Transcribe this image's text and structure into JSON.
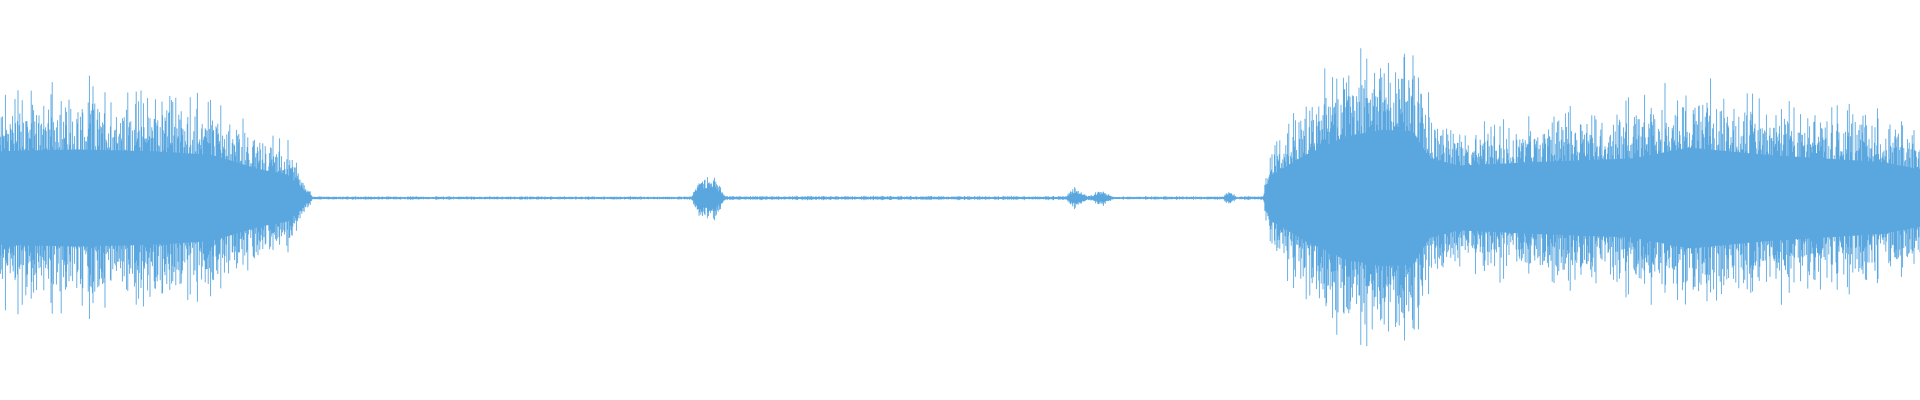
{
  "waveform": {
    "color": "#5aa7e0",
    "background": "#ffffff",
    "amplitude_profile": [
      {
        "t": 0.0,
        "amp": 0.26
      },
      {
        "t": 0.04,
        "amp": 0.27
      },
      {
        "t": 0.08,
        "amp": 0.26
      },
      {
        "t": 0.11,
        "amp": 0.24
      },
      {
        "t": 0.135,
        "amp": 0.16
      },
      {
        "t": 0.15,
        "amp": 0.13
      },
      {
        "t": 0.16,
        "amp": 0.03
      },
      {
        "t": 0.163,
        "amp": 0.004
      },
      {
        "t": 0.36,
        "amp": 0.004
      },
      {
        "t": 0.364,
        "amp": 0.05
      },
      {
        "t": 0.372,
        "amp": 0.06
      },
      {
        "t": 0.378,
        "amp": 0.005
      },
      {
        "t": 0.555,
        "amp": 0.005
      },
      {
        "t": 0.56,
        "amp": 0.03
      },
      {
        "t": 0.567,
        "amp": 0.005
      },
      {
        "t": 0.574,
        "amp": 0.02
      },
      {
        "t": 0.58,
        "amp": 0.004
      },
      {
        "t": 0.637,
        "amp": 0.004
      },
      {
        "t": 0.64,
        "amp": 0.02
      },
      {
        "t": 0.644,
        "amp": 0.004
      },
      {
        "t": 0.658,
        "amp": 0.005
      },
      {
        "t": 0.661,
        "amp": 0.12
      },
      {
        "t": 0.68,
        "amp": 0.24
      },
      {
        "t": 0.7,
        "amp": 0.34
      },
      {
        "t": 0.72,
        "amp": 0.38
      },
      {
        "t": 0.736,
        "amp": 0.37
      },
      {
        "t": 0.745,
        "amp": 0.22
      },
      {
        "t": 0.76,
        "amp": 0.18
      },
      {
        "t": 0.8,
        "amp": 0.2
      },
      {
        "t": 0.85,
        "amp": 0.22
      },
      {
        "t": 0.88,
        "amp": 0.28
      },
      {
        "t": 0.92,
        "amp": 0.24
      },
      {
        "t": 0.95,
        "amp": 0.22
      },
      {
        "t": 0.98,
        "amp": 0.2
      },
      {
        "t": 1.0,
        "amp": 0.16
      }
    ]
  }
}
